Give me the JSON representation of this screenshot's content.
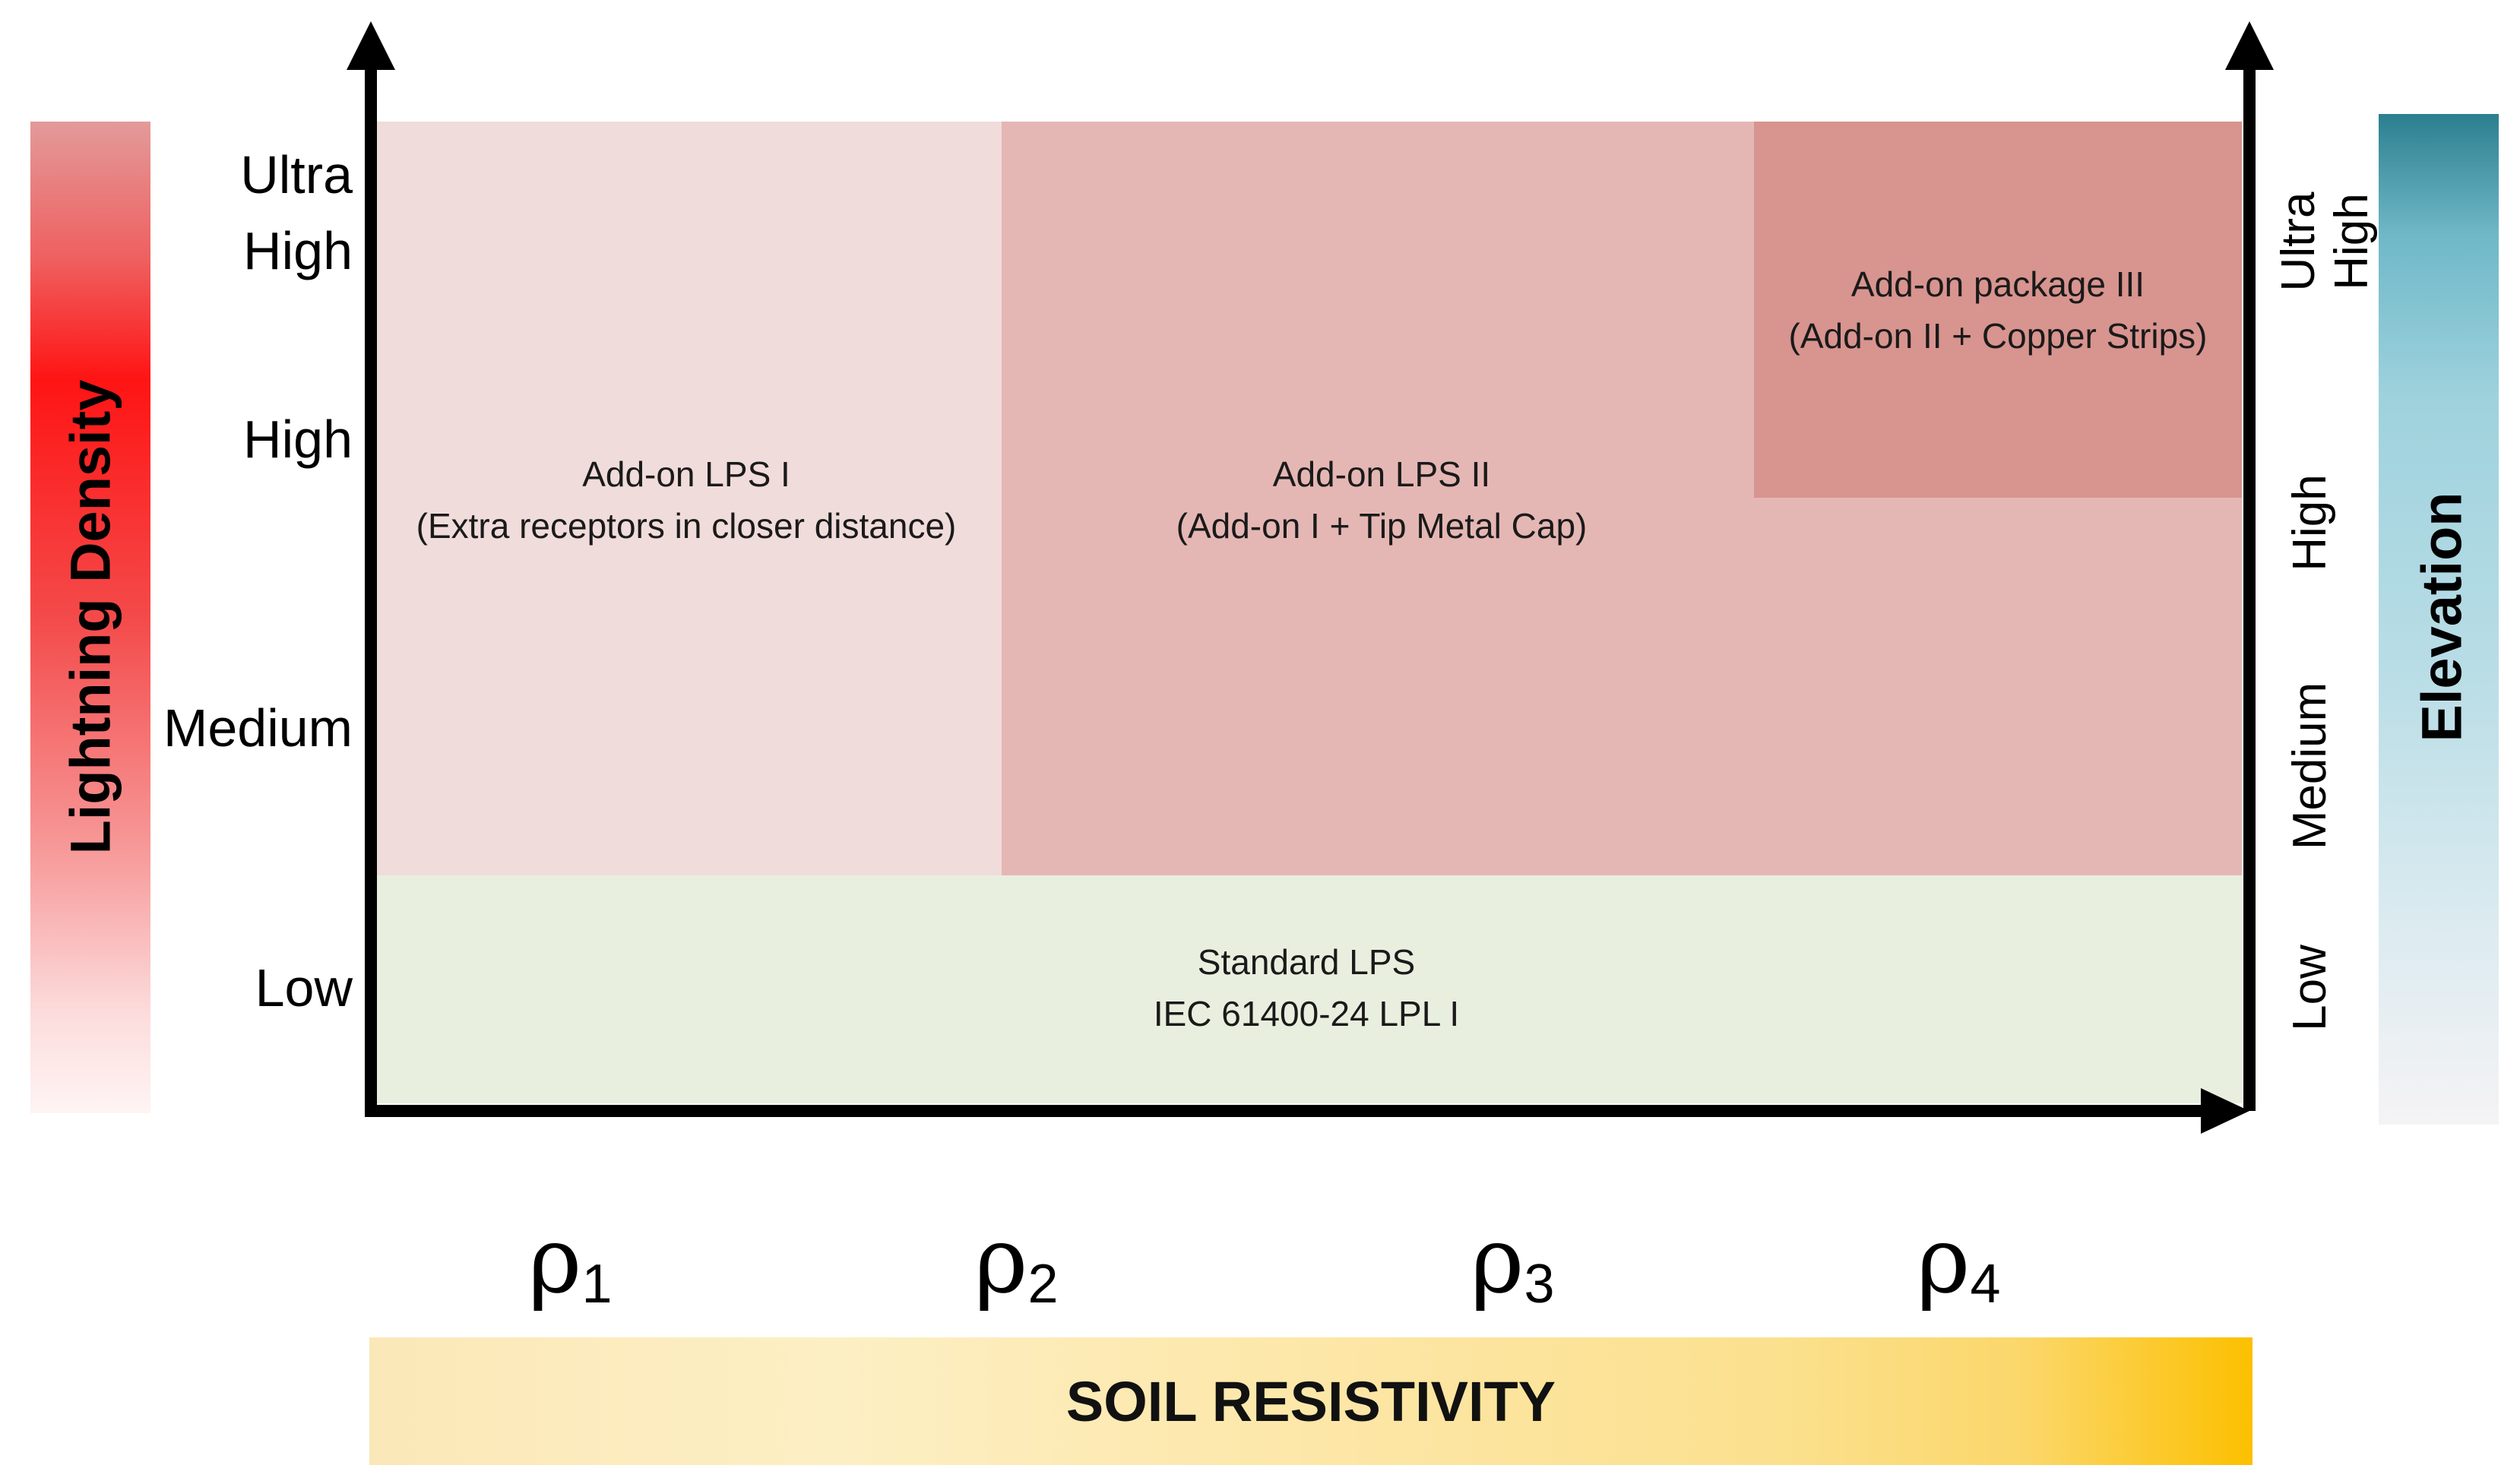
{
  "left_axis": {
    "title": "Lightning Density",
    "ticks": [
      "Ultra\nHigh",
      "High",
      "Medium",
      "Low"
    ]
  },
  "right_axis": {
    "title": "Elevation",
    "ticks": [
      "Ultra\nHigh",
      "High",
      "Medium",
      "Low"
    ]
  },
  "x_axis": {
    "title": "SOIL RESISTIVITY",
    "symbol": "ρ",
    "ticks": [
      "1",
      "2",
      "3",
      "4"
    ]
  },
  "regions": {
    "lps1": {
      "title": "Add-on LPS I",
      "detail": "(Extra receptors in closer distance)"
    },
    "lps2": {
      "title": "Add-on LPS II",
      "detail": "(Add-on I + Tip Metal Cap)"
    },
    "pkg3": {
      "title": "Add-on package III",
      "detail": "(Add-on II + Copper Strips)"
    },
    "standard": {
      "title": "Standard LPS",
      "detail": "IEC 61400-24 LPL I"
    }
  },
  "colors": {
    "lightning_gradient": [
      "#e39a9a",
      "#ff1414",
      "#fff4f4"
    ],
    "elevation_gradient": [
      "#2c7f8f",
      "#9ed2dd",
      "#f5f3f5"
    ],
    "soil_gradient": [
      "#fbe8b8",
      "#fcc000"
    ],
    "lps1": "#f0dcda",
    "lps2": "#e5b7b4",
    "pkg3": "#d8948f",
    "standard": "#e9efdf"
  }
}
